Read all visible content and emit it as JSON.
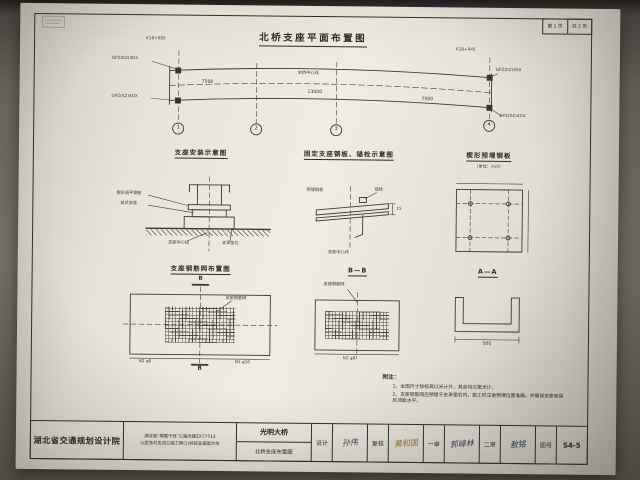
{
  "page": {
    "page_label": "第 1 页",
    "total_label": "共 2 页"
  },
  "plan": {
    "title": "北桥支座平面布置图",
    "chainage_left": "K18+685",
    "chainage_right": "K18+945",
    "bearing_left_top": "GPZ(KZ)4DX",
    "bearing_left_bottom": "GPZ(KZ)4DX",
    "bearing_right_top": "GPZ(KZ)4SX",
    "bearing_right_bottom": "GPZ(KZ)4DX",
    "centerline_label": "全桥中心线",
    "dim_left": "7500",
    "dim_mid": "13000",
    "dim_right": "7500",
    "axes": [
      "1",
      "2",
      "3",
      "4"
    ]
  },
  "install": {
    "title": "支座安装示意图",
    "label_wedge_plate": "楔形调平钢板",
    "label_pot_bearing": "盆式支座",
    "label_centerline": "支座中心线",
    "label_plinth": "支承垫石"
  },
  "anchor_detail": {
    "title": "固定支座钢板、锚栓示意图",
    "label_plate": "预埋钢板",
    "label_bolt": "锚栓",
    "dim": "15",
    "label_centerline": "支座中心线"
  },
  "plate_detail": {
    "title": "楔形预埋钢板",
    "unit_note": "（单位：mm）"
  },
  "mesh_plan": {
    "title": "支座钢筋网布置图",
    "section_mark": "B",
    "label_mesh": "支座钢筋网",
    "bar1": "N1 φ16",
    "bar2": "N2 φ8"
  },
  "section_bb": {
    "title": "B—B",
    "label_mesh": "支座钢筋网",
    "bar2": "N2 φ8"
  },
  "section_aa": {
    "title": "A—A",
    "dim_width": "500"
  },
  "notes": {
    "heading": "附注：",
    "items": [
      "1、本图尺寸除标高以米计外，其余均以毫米计。",
      "2、支座钢筋网应预埋于支承垫石内，施工时注意预埋位置准确，并确保支座安装后顶面水平。"
    ]
  },
  "titleblock": {
    "institute": "湖北省交通规划设计院",
    "project_line1": "湖北省“棉擂干线”公路改建ZX77713",
    "project_line2": "山区各村支线公路工程(2)标段支座图大样",
    "bridge_name": "光明大桥",
    "drawing_name": "北桥支座布置图",
    "design_label": "设计",
    "design_sig": "孙伟",
    "check_label": "复核",
    "check_sig": "黄和国",
    "review1_label": "一审",
    "review1_sig": "郭峰林",
    "review2_label": "二审",
    "review2_sig": "敖铭",
    "sheet_label": "图号",
    "sheet_no": "S4-5"
  }
}
